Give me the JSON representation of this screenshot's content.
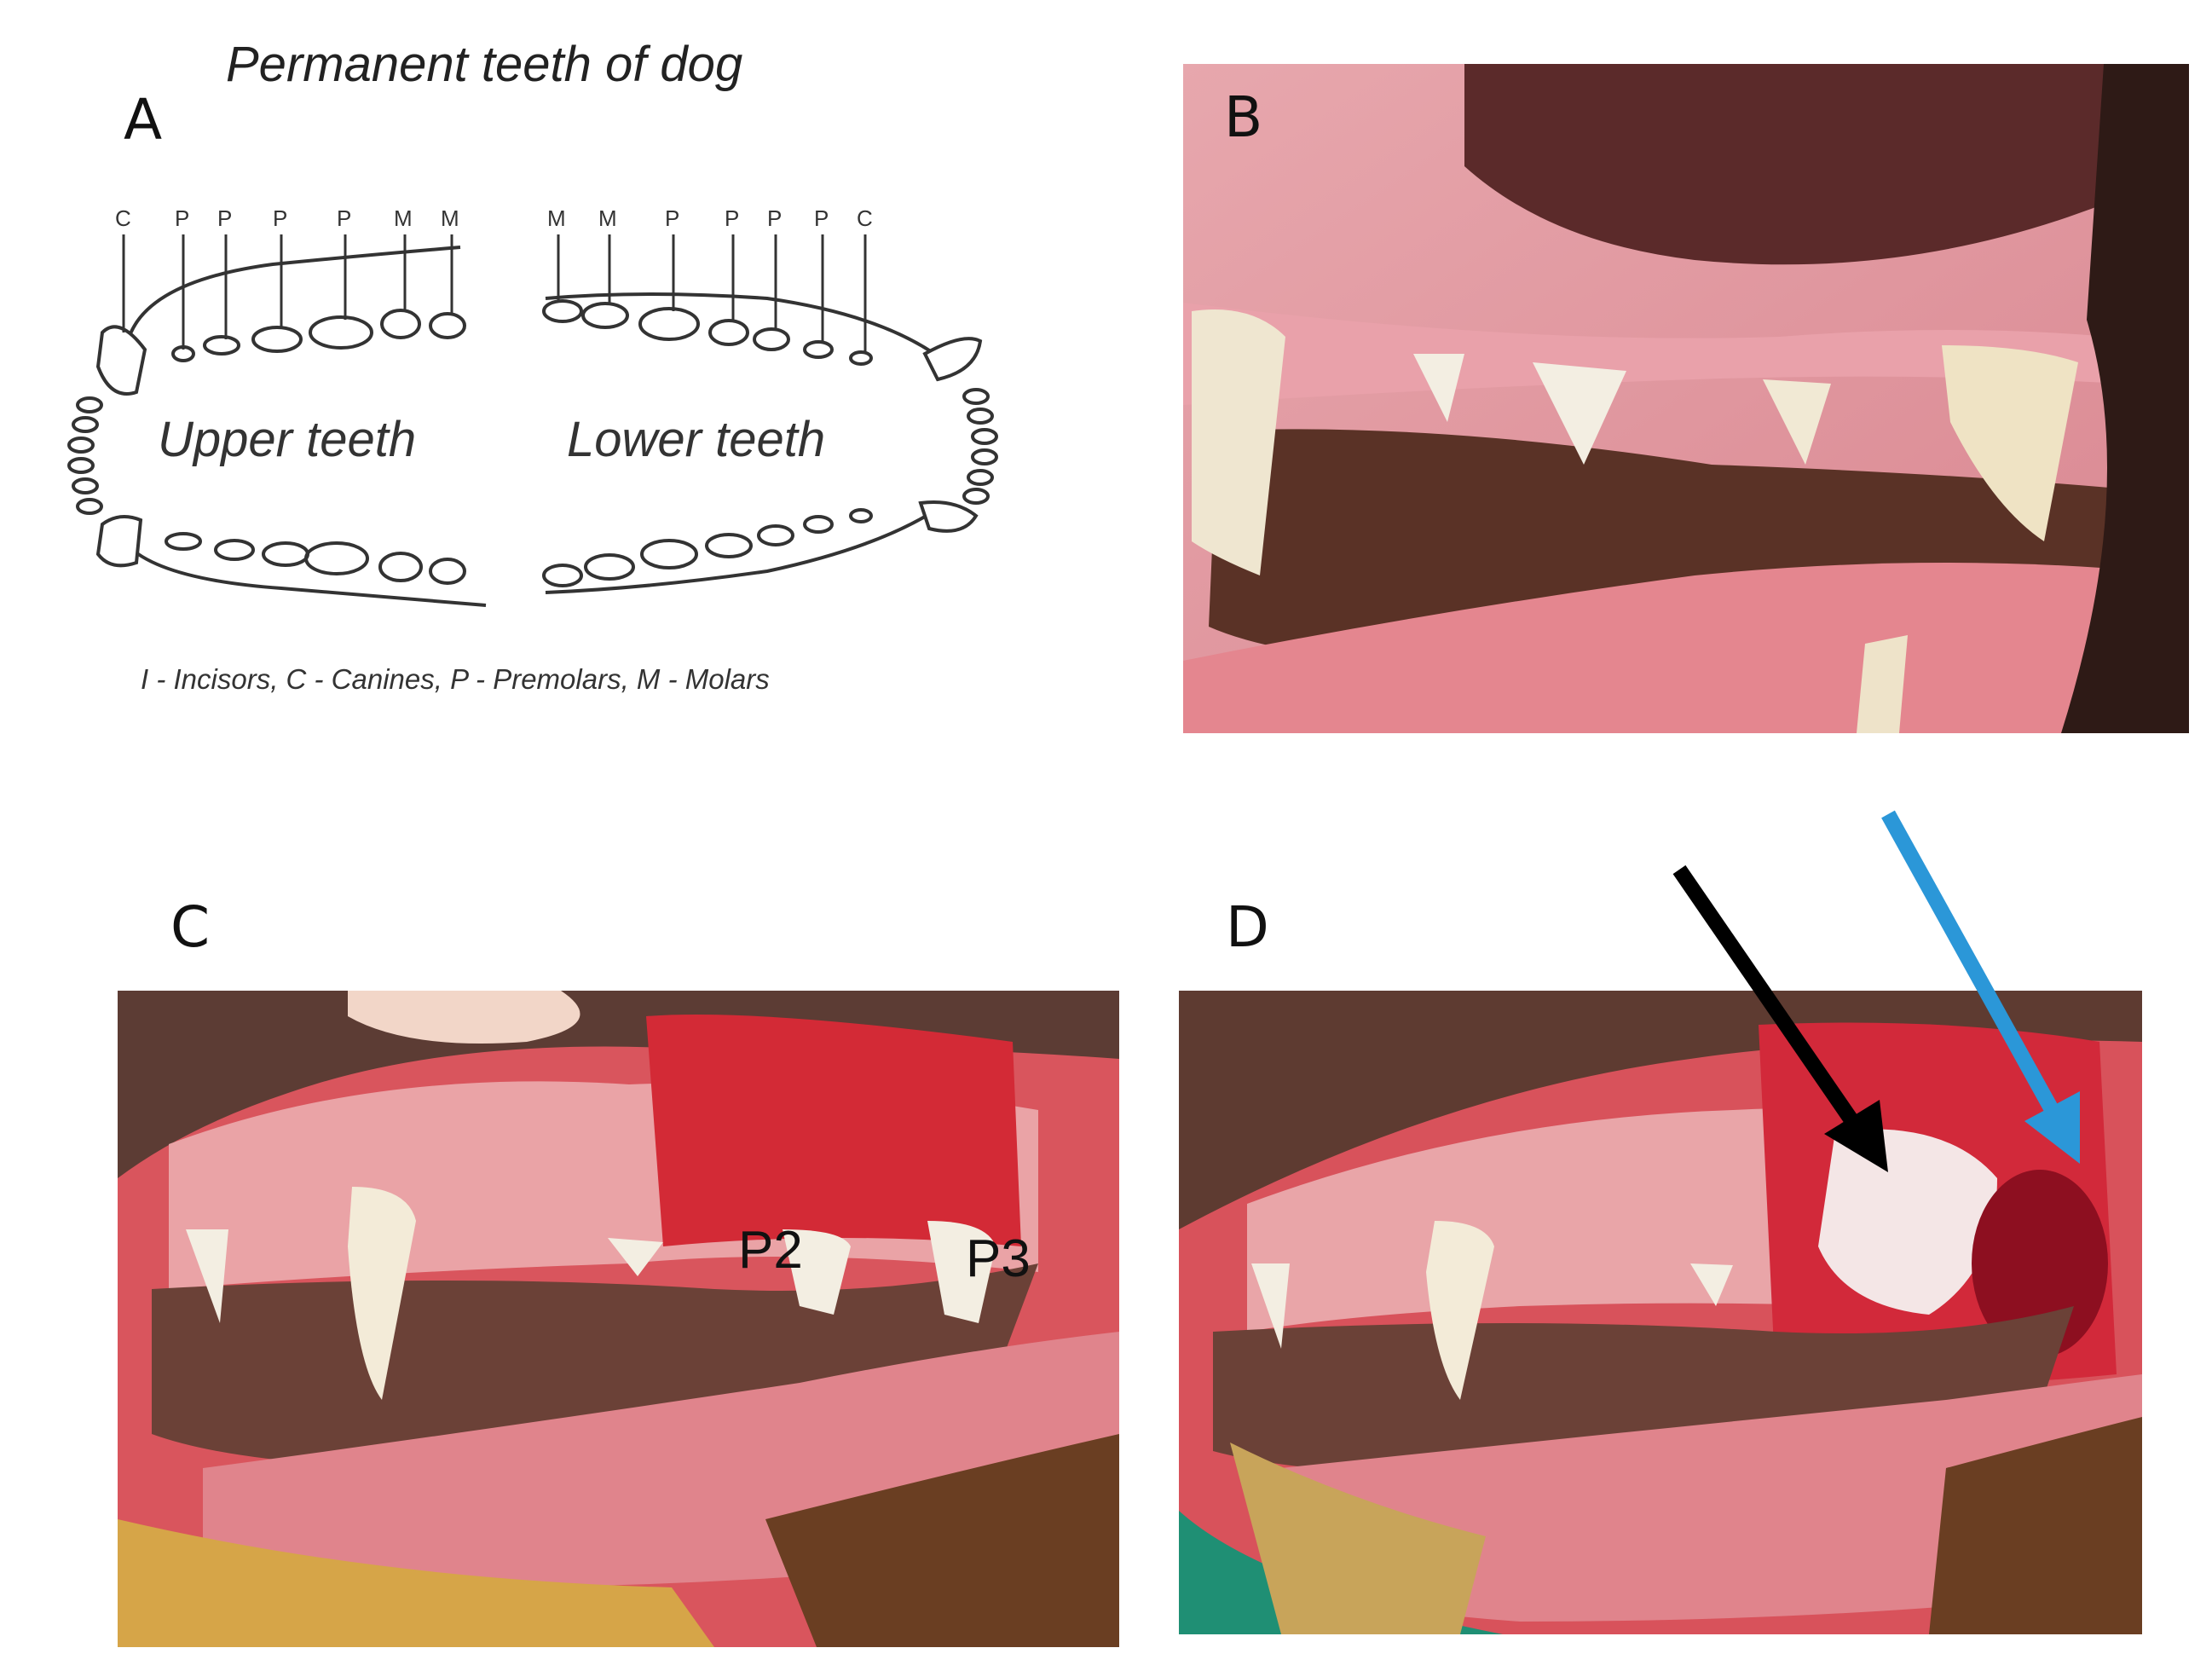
{
  "figure": {
    "panel_labels": {
      "a": "A",
      "b": "B",
      "c": "C",
      "d": "D"
    },
    "diagram": {
      "title": "Permanent teeth of dog",
      "upper_label": "Upper teeth",
      "lower_label": "Lower teeth",
      "legend": "I - Incisors, C - Canines, P - Premolars, M - Molars",
      "upper_tooth_labels": [
        "C",
        "P",
        "P",
        "P",
        "P",
        "M",
        "M"
      ],
      "lower_tooth_labels": [
        "M",
        "M",
        "P",
        "P",
        "P",
        "P",
        "C"
      ]
    },
    "photo_c": {
      "p2": "P2",
      "p3": "P3"
    },
    "colors": {
      "black_arrow": "#000000",
      "blue_arrow": "#2b97d8",
      "gum": "#e9a0a8",
      "blood": "#c8102a",
      "tooth": "#f1ece0"
    }
  }
}
